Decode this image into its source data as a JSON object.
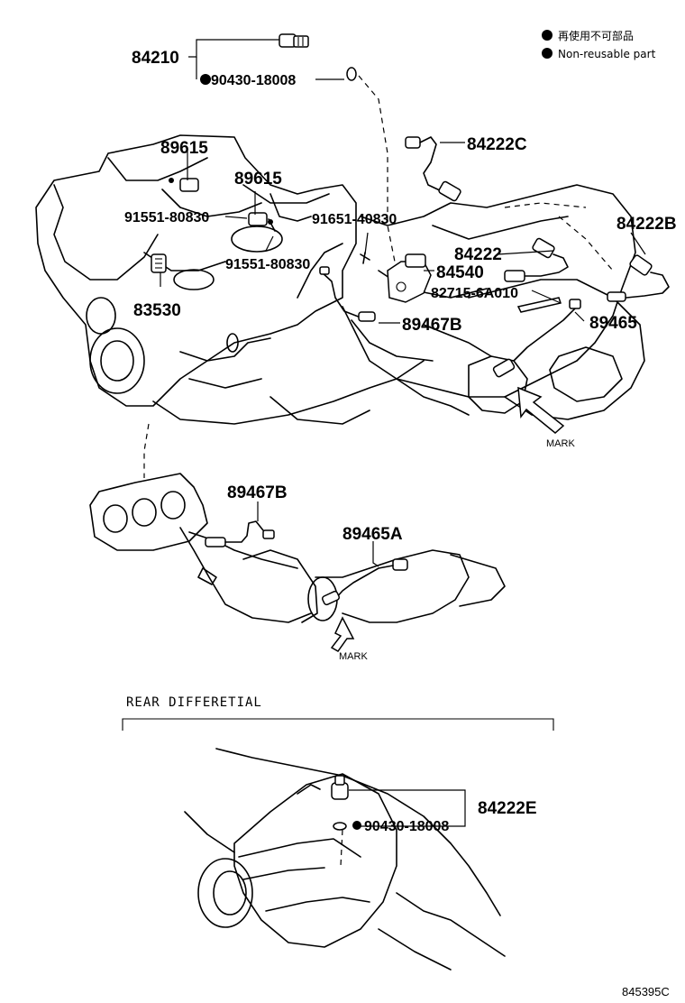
{
  "legend": {
    "items": [
      {
        "label": "再使用不可部品"
      },
      {
        "label": "Non-reusable part"
      }
    ]
  },
  "callouts": {
    "p84210": "84210",
    "p90430_top": "90430-18008",
    "p89615_a": "89615",
    "p89615_b": "89615",
    "p91551_a": "91551-80830",
    "p91651": "91651-40830",
    "p91551_b": "91551-80830",
    "p83530": "83530",
    "p84222C": "84222C",
    "p84222B": "84222B",
    "p84222": "84222",
    "p84540": "84540",
    "p82715": "82715-6A010",
    "p89465": "89465",
    "p89467B_a": "89467B",
    "p89467B_b": "89467B",
    "p89465A": "89465A",
    "p84222E": "84222E",
    "p90430_bottom": "90430-18008"
  },
  "marks": {
    "mark_a": "MARK",
    "mark_b": "MARK"
  },
  "section": {
    "title": "REAR DIFFERETIAL"
  },
  "diagram_code": "845395C"
}
